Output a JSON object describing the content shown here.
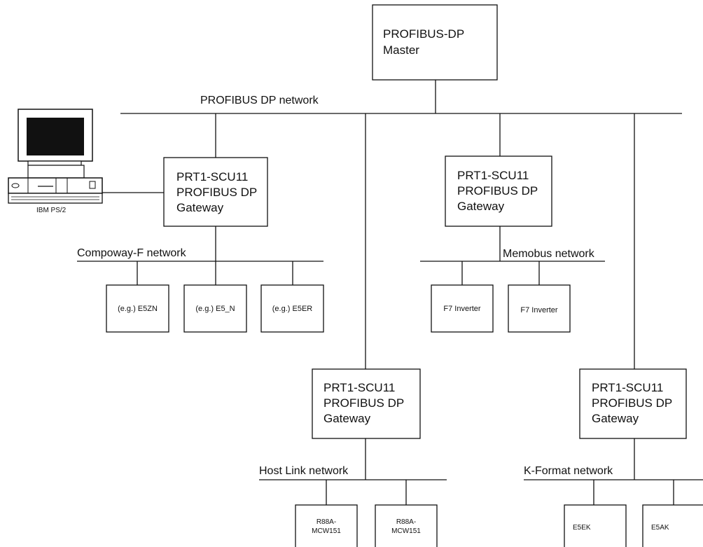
{
  "master": {
    "line1": "PROFIBUS-DP",
    "line2": "Master"
  },
  "networks": {
    "profibus": "PROFIBUS DP network",
    "compoway": "Compoway-F network",
    "memobus": "Memobus network",
    "hostlink": "Host Link network",
    "kformat": "K-Format network"
  },
  "gateway": {
    "line1": "PRT1-SCU11",
    "line2": "PROFIBUS DP",
    "line3": "Gateway"
  },
  "computer": {
    "label": "IBM PS/2"
  },
  "devices": {
    "compoway": [
      "(e.g.) E5ZN",
      "(e.g.) E5_N",
      "(e.g.) E5ER"
    ],
    "memobus": [
      "F7 Inverter",
      "F7 Inverter"
    ],
    "hostlink": [
      [
        "R88A-",
        "MCW151"
      ],
      [
        "R88A-",
        "MCW151"
      ]
    ],
    "kformat": [
      "E5EK",
      "E5AK"
    ]
  }
}
